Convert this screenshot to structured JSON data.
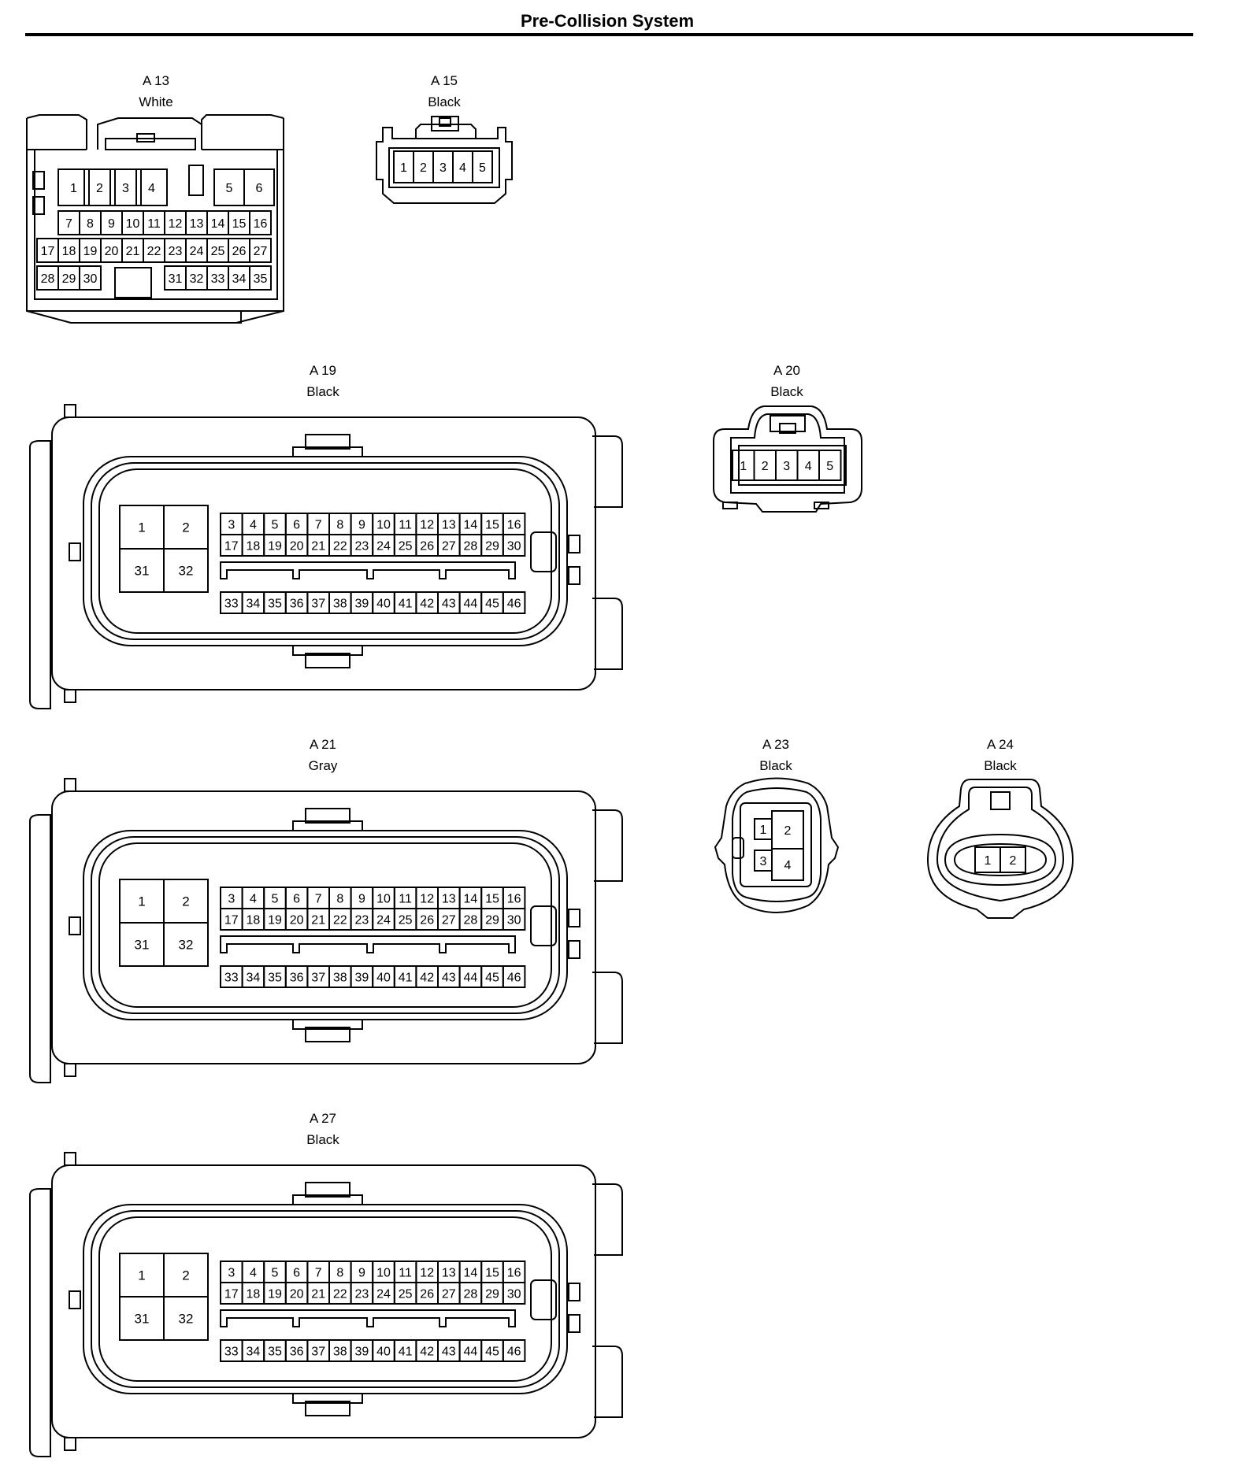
{
  "page_title": "Pre-Collision System",
  "connectors": {
    "A13": {
      "id": "A 13",
      "color": "White",
      "rows": [
        [
          "1",
          "2",
          "3",
          "4",
          "5",
          "6"
        ],
        [
          "7",
          "8",
          "9",
          "10",
          "11",
          "12",
          "13",
          "14",
          "15",
          "16"
        ],
        [
          "17",
          "18",
          "19",
          "20",
          "21",
          "22",
          "23",
          "24",
          "25",
          "26",
          "27"
        ],
        [
          "28",
          "29",
          "30",
          "31",
          "32",
          "33",
          "34",
          "35"
        ]
      ]
    },
    "A15": {
      "id": "A 15",
      "color": "Black",
      "pins": [
        "1",
        "2",
        "3",
        "4",
        "5"
      ]
    },
    "A19": {
      "id": "A 19",
      "color": "Black",
      "big_pins": [
        "1",
        "2",
        "31",
        "32"
      ],
      "row1": [
        "3",
        "4",
        "5",
        "6",
        "7",
        "8",
        "9",
        "10",
        "11",
        "12",
        "13",
        "14",
        "15",
        "16"
      ],
      "row2": [
        "17",
        "18",
        "19",
        "20",
        "21",
        "22",
        "23",
        "24",
        "25",
        "26",
        "27",
        "28",
        "29",
        "30"
      ],
      "row3": [
        "33",
        "34",
        "35",
        "36",
        "37",
        "38",
        "39",
        "40",
        "41",
        "42",
        "43",
        "44",
        "45",
        "46"
      ]
    },
    "A20": {
      "id": "A 20",
      "color": "Black",
      "pins": [
        "1",
        "2",
        "3",
        "4",
        "5"
      ]
    },
    "A21": {
      "id": "A 21",
      "color": "Gray",
      "big_pins": [
        "1",
        "2",
        "31",
        "32"
      ],
      "row1": [
        "3",
        "4",
        "5",
        "6",
        "7",
        "8",
        "9",
        "10",
        "11",
        "12",
        "13",
        "14",
        "15",
        "16"
      ],
      "row2": [
        "17",
        "18",
        "19",
        "20",
        "21",
        "22",
        "23",
        "24",
        "25",
        "26",
        "27",
        "28",
        "29",
        "30"
      ],
      "row3": [
        "33",
        "34",
        "35",
        "36",
        "37",
        "38",
        "39",
        "40",
        "41",
        "42",
        "43",
        "44",
        "45",
        "46"
      ]
    },
    "A23": {
      "id": "A 23",
      "color": "Black",
      "pins": [
        "1",
        "2",
        "3",
        "4"
      ]
    },
    "A24": {
      "id": "A 24",
      "color": "Black",
      "pins": [
        "1",
        "2"
      ]
    },
    "A27": {
      "id": "A 27",
      "color": "Black",
      "big_pins": [
        "1",
        "2",
        "31",
        "32"
      ],
      "row1": [
        "3",
        "4",
        "5",
        "6",
        "7",
        "8",
        "9",
        "10",
        "11",
        "12",
        "13",
        "14",
        "15",
        "16"
      ],
      "row2": [
        "17",
        "18",
        "19",
        "20",
        "21",
        "22",
        "23",
        "24",
        "25",
        "26",
        "27",
        "28",
        "29",
        "30"
      ],
      "row3": [
        "33",
        "34",
        "35",
        "36",
        "37",
        "38",
        "39",
        "40",
        "41",
        "42",
        "43",
        "44",
        "45",
        "46"
      ]
    }
  }
}
